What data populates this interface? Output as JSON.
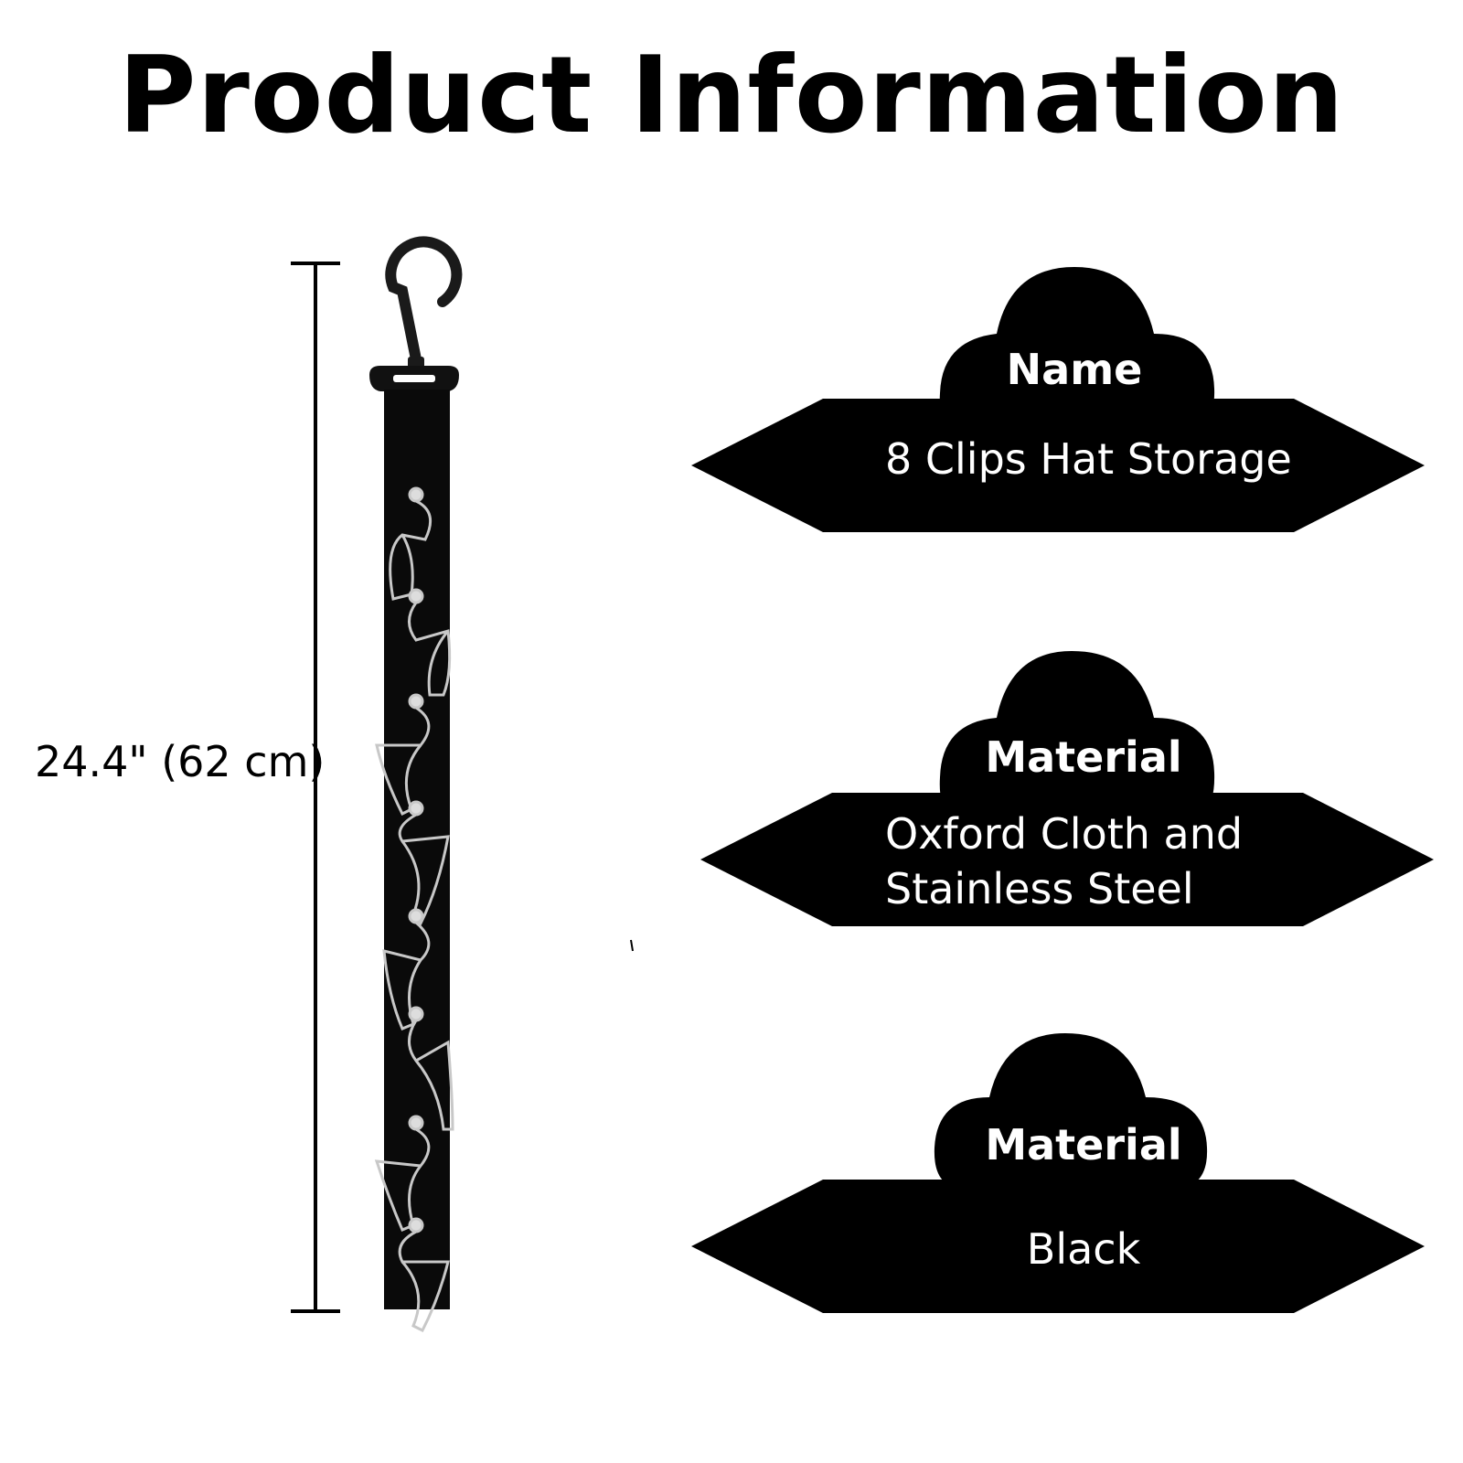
{
  "page": {
    "title": "Product Information",
    "dimension_label": "24.4\" (62 cm)"
  },
  "specs": [
    {
      "label": "Name",
      "value": "8 Clips Hat Storage"
    },
    {
      "label": "Material",
      "value_line1": "Oxford Cloth and",
      "value_line2": "Stainless Steel"
    },
    {
      "label": "Material",
      "value": "Black"
    }
  ],
  "colors": {
    "background": "#ffffff",
    "accent": "#000000",
    "text_on_accent": "#ffffff",
    "clip_metal": "#c8c8c8"
  },
  "icons": [
    "hook-icon",
    "clip-icon",
    "cloud-badge-icon"
  ]
}
